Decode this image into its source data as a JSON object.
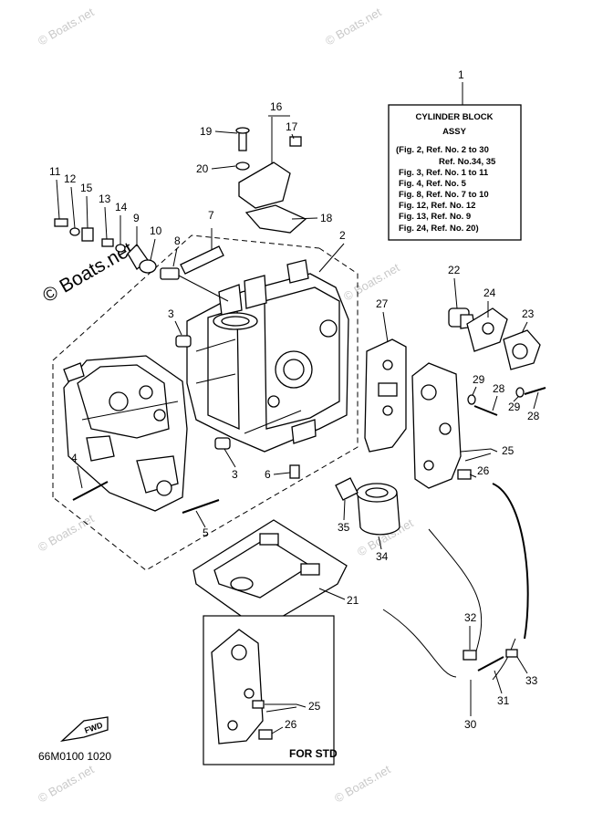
{
  "watermark": {
    "text": "© Boats.net",
    "large_text": "© Boats.net"
  },
  "cylinder_block_box": {
    "title": "CYLINDER BLOCK",
    "subtitle": "ASSY",
    "lines": [
      "(Fig. 2, Ref. No. 2 to 30",
      "Ref. No.34, 35",
      "Fig. 3, Ref. No. 1 to 11",
      "Fig. 4, Ref. No. 5",
      "Fig. 8, Ref. No. 7 to 10",
      "Fig. 12, Ref. No. 12",
      "Fig. 13, Ref. No. 9",
      "Fig. 24, Ref. No. 20)"
    ]
  },
  "callouts": {
    "c1": "1",
    "c2": "2",
    "c3a": "3",
    "c3b": "3",
    "c4": "4",
    "c5": "5",
    "c6": "6",
    "c7": "7",
    "c8": "8",
    "c9": "9",
    "c10": "10",
    "c11": "11",
    "c12": "12",
    "c13": "13",
    "c14": "14",
    "c15": "15",
    "c16": "16",
    "c17": "17",
    "c18": "18",
    "c19": "19",
    "c20": "20",
    "c21": "21",
    "c22": "22",
    "c23": "23",
    "c24": "24",
    "c25a": "25",
    "c25b": "25",
    "c26a": "26",
    "c26b": "26",
    "c27": "27",
    "c28a": "28",
    "c28b": "28",
    "c29a": "29",
    "c29b": "29",
    "c30": "30",
    "c31": "31",
    "c32": "32",
    "c33": "33",
    "c34": "34",
    "c35": "35"
  },
  "inset_label": "FOR STD",
  "fwd_label": "FWD",
  "diagram_code": "66M0100 1020"
}
